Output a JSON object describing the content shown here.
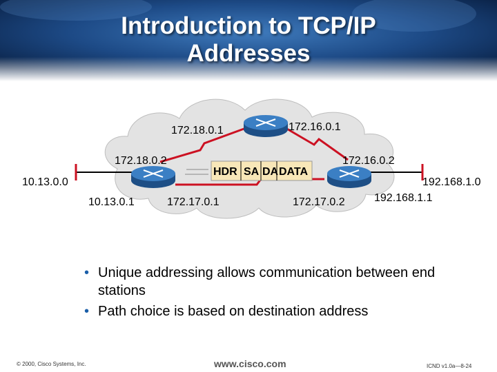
{
  "title_line1": "Introduction to TCP/IP",
  "title_line2": "Addresses",
  "labels": {
    "r_top_left_upper": "172.18.0.1",
    "r_top_right_upper": "172.16.0.1",
    "r_top_left_lower": "172.18.0.2",
    "r_top_right_lower": "172.16.0.2",
    "net_left": "10.13.0.0",
    "net_right": "192.168.1.0",
    "addr_left_net": "10.13.0.1",
    "addr_left_bottom": "172.17.0.1",
    "addr_right_bottom": "172.17.0.2",
    "addr_right_net": "192.168.1.1"
  },
  "packet": {
    "hdr": "HDR",
    "sa": "SA",
    "da": "DA",
    "data": "DATA"
  },
  "bullets": [
    "Unique addressing allows communication between end stations",
    "Path choice is based on destination address"
  ],
  "bullet_glyph": "•",
  "footer": {
    "copyright": "© 2000, Cisco Systems, Inc.",
    "website": "www.cisco.com",
    "course": "ICND v1.0a—8-24"
  },
  "colors": {
    "header_dark": "#0d2a55",
    "header_light": "#3f7bbd",
    "link_red": "#cc1122",
    "router_blue": "#2f6fb3",
    "cloud": "#e3e3e3",
    "packet_bg": "#f8e7b8",
    "sa_da": "#3a9a9a"
  }
}
